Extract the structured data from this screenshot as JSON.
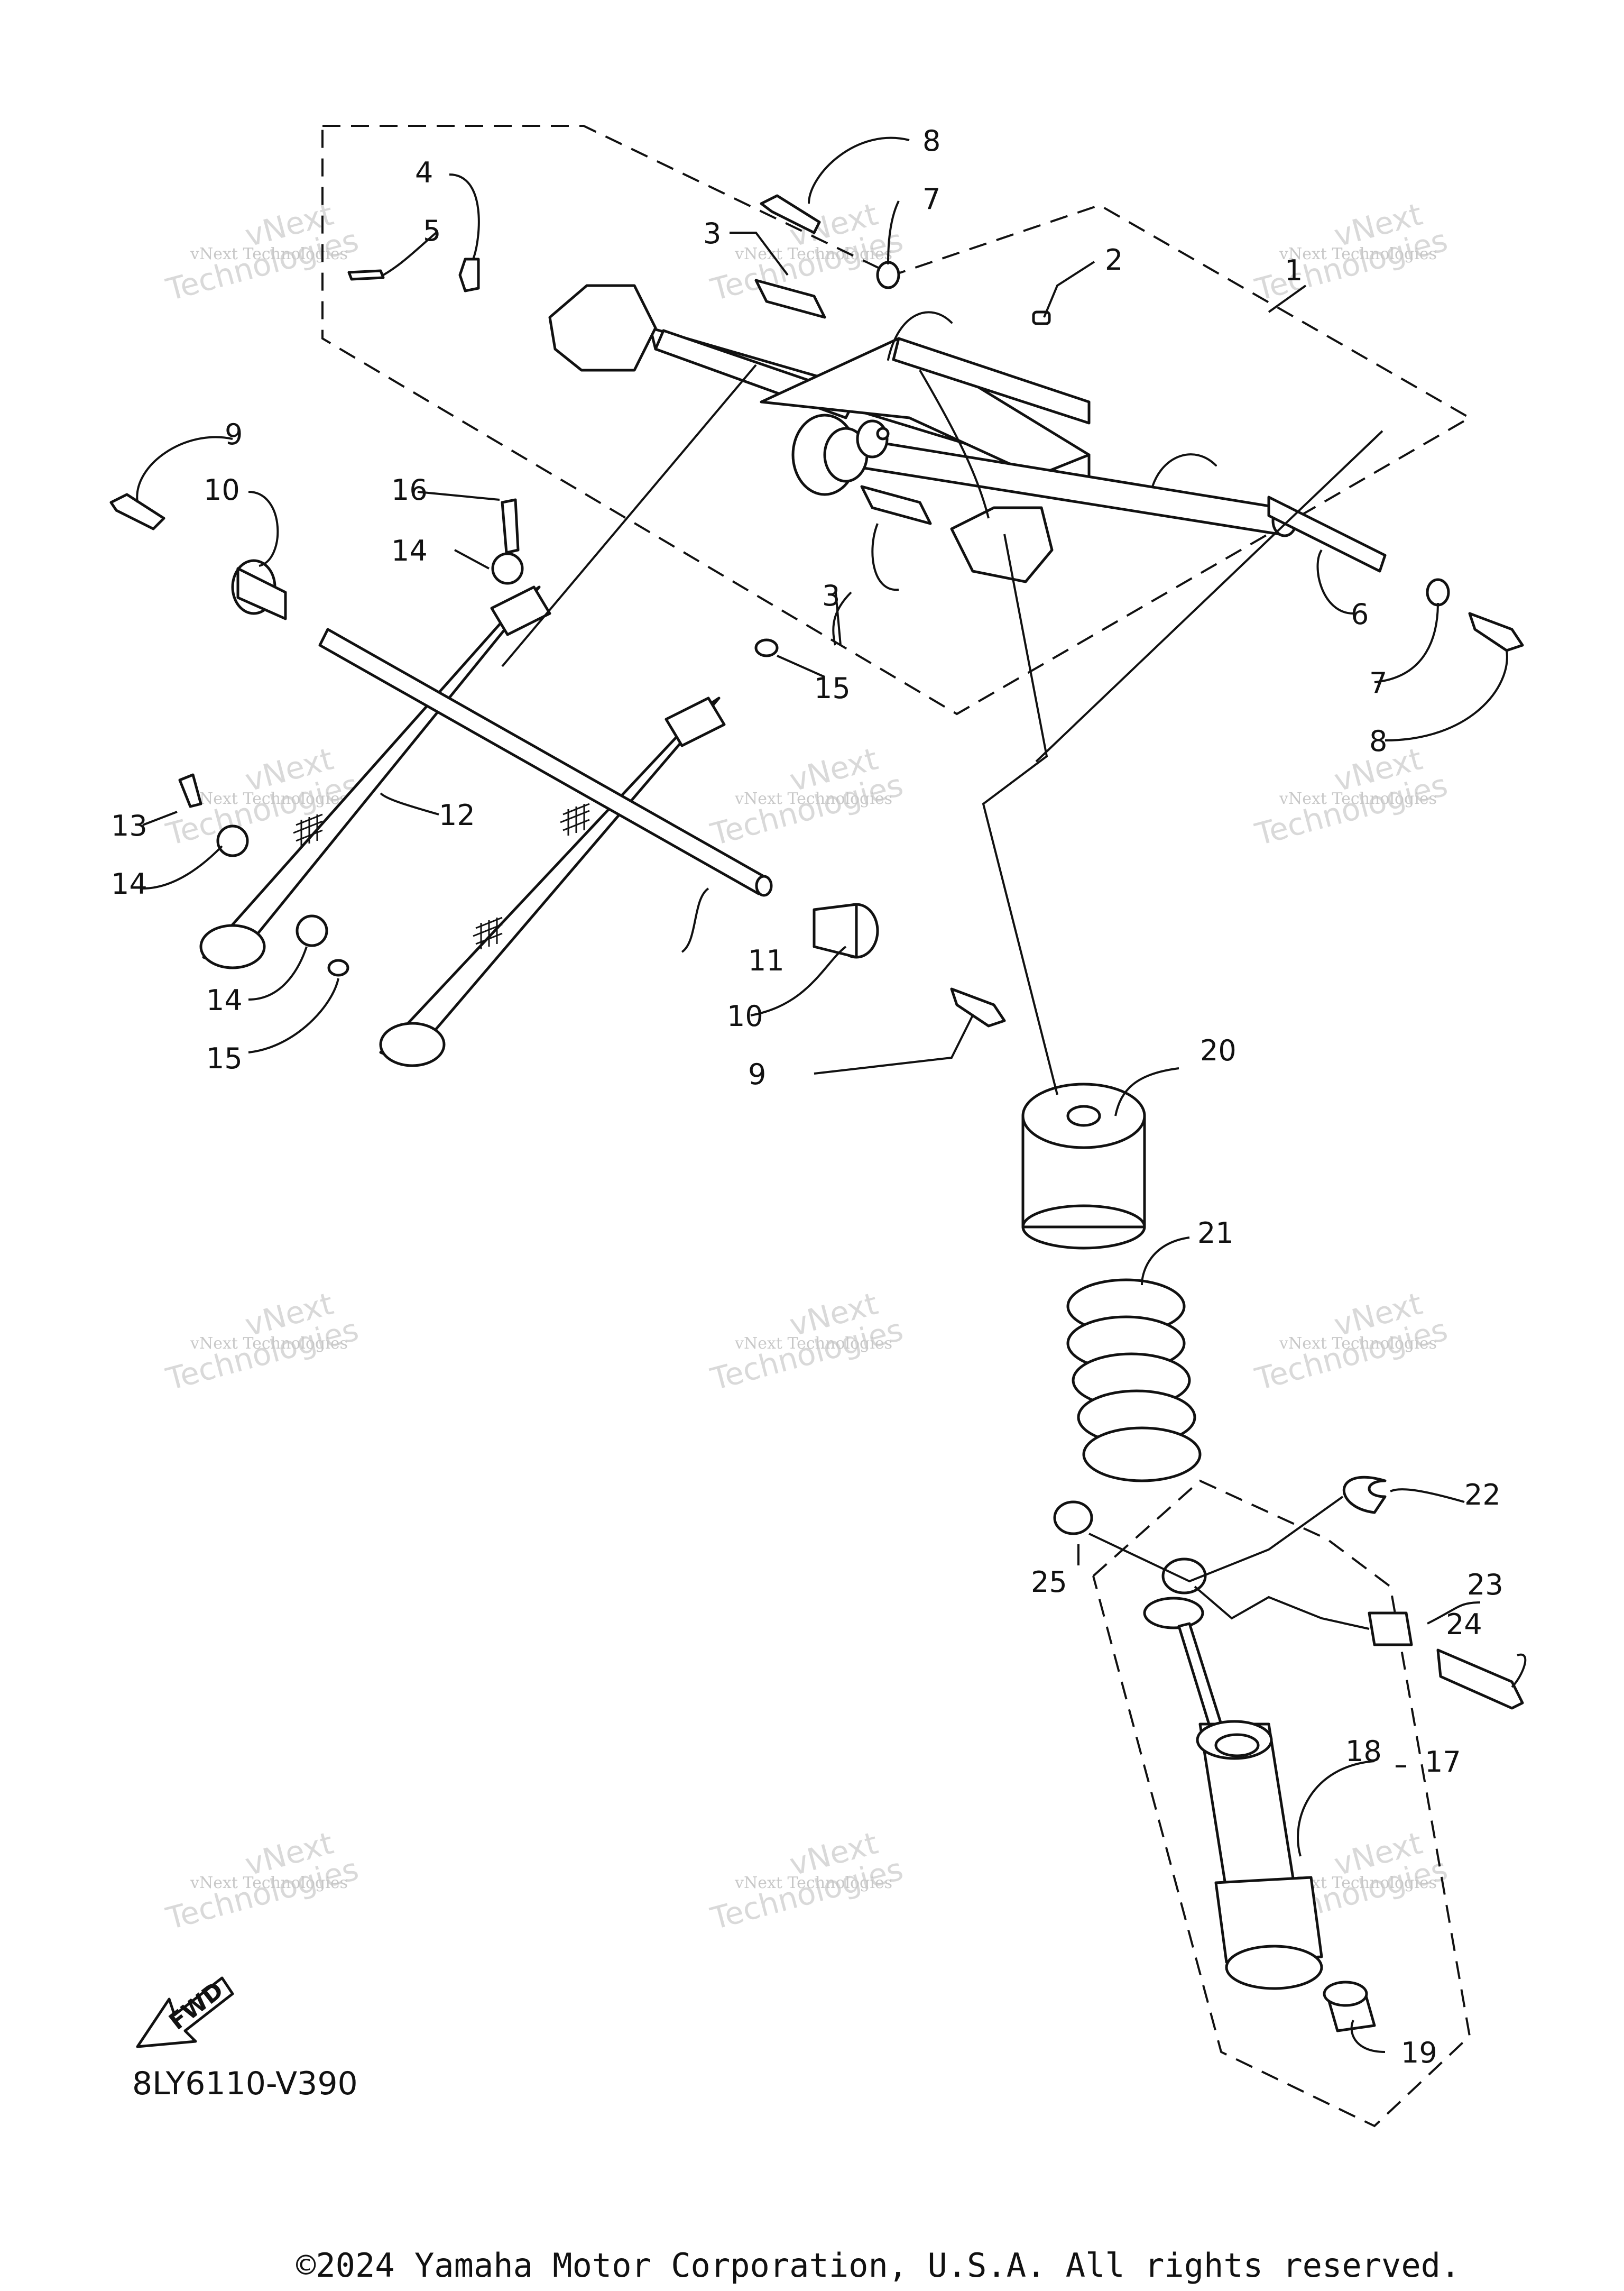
{
  "diagram": {
    "callouts": [
      "1",
      "2",
      "3",
      "3",
      "4",
      "5",
      "6",
      "7",
      "7",
      "8",
      "8",
      "9",
      "9",
      "10",
      "10",
      "11",
      "12",
      "13",
      "14",
      "14",
      "14",
      "15",
      "15",
      "16",
      "17",
      "18",
      "19",
      "20",
      "21",
      "22",
      "23",
      "24",
      "25"
    ],
    "fwd_label": "FWD",
    "diagram_code": "8LY6110-V390",
    "copyright": "©2024 Yamaha Motor Corporation, U.S.A. All rights reserved.",
    "watermark_top": "vNext Technologies",
    "watermark_big": "Technologies",
    "watermark_small": "vNext"
  }
}
